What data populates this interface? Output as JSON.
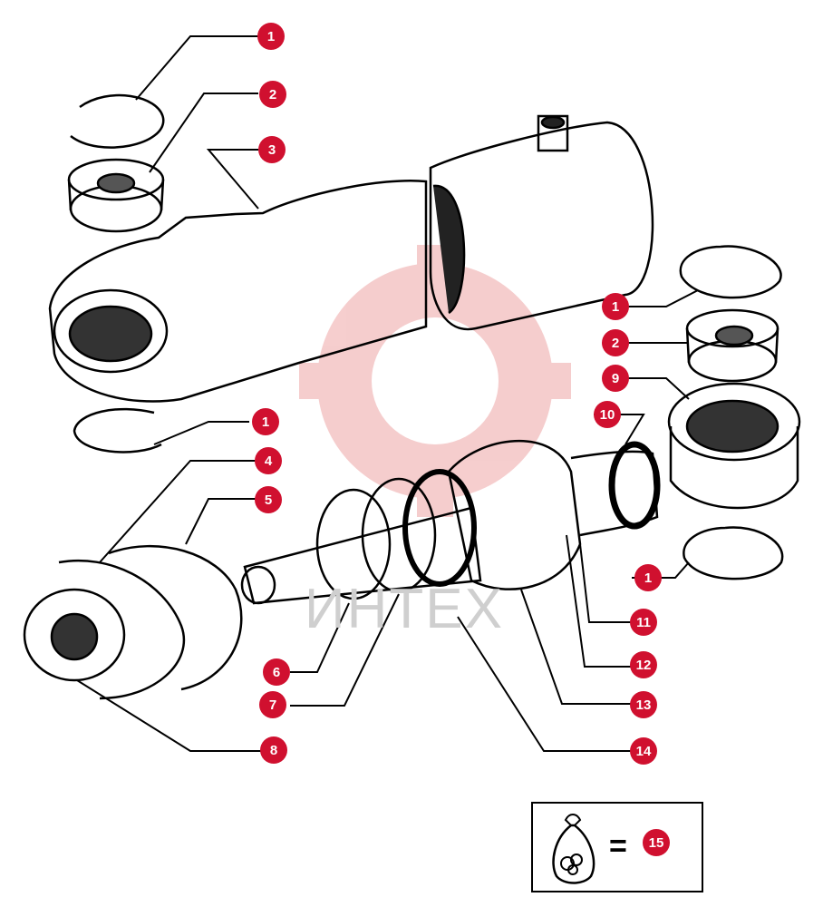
{
  "watermark_text": "ИНТЕХ",
  "kit": {
    "equals": "=",
    "part": "15"
  },
  "callouts": [
    {
      "n": "1"
    },
    {
      "n": "2"
    },
    {
      "n": "3"
    },
    {
      "n": "1"
    },
    {
      "n": "2"
    },
    {
      "n": "9"
    },
    {
      "n": "10"
    },
    {
      "n": "1"
    },
    {
      "n": "4"
    },
    {
      "n": "5"
    },
    {
      "n": "1"
    },
    {
      "n": "11"
    },
    {
      "n": "12"
    },
    {
      "n": "13"
    },
    {
      "n": "14"
    },
    {
      "n": "6"
    },
    {
      "n": "7"
    },
    {
      "n": "8"
    }
  ],
  "colors": {
    "callout": "#d0102f",
    "line": "#000000",
    "watermark": "#e57373"
  }
}
